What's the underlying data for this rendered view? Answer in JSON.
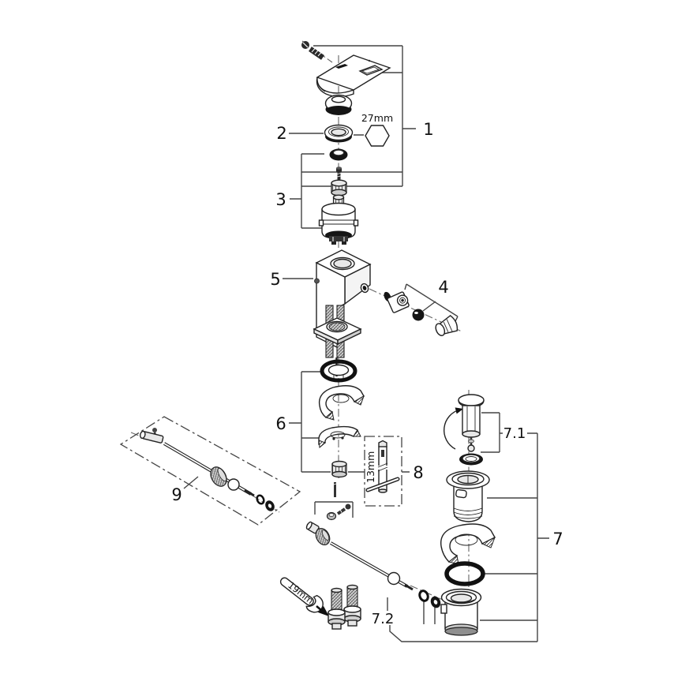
{
  "diagram": {
    "background": "#ffffff",
    "ink": "#1a1a1a",
    "callouts": {
      "c1": "1",
      "c2": "2",
      "c3": "3",
      "c4": "4",
      "c5": "5",
      "c6": "6",
      "c7": "7",
      "c7_1": "7.1",
      "c7_2": "7.2",
      "c8": "8",
      "c9": "9"
    },
    "dimensions": {
      "cap_nut_wrench_size": "27mm",
      "socket_tool_size": "13mm",
      "open_end_wrench_size": "19mm"
    }
  }
}
